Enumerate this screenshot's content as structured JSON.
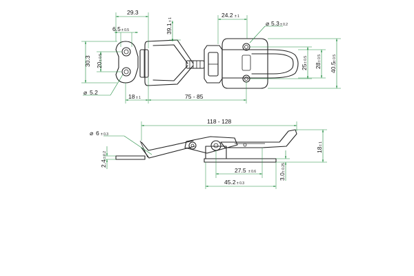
{
  "top_view": {
    "width_29_3": "29.3",
    "hole_6_5": "6.5",
    "hole_6_5_tol": "± 0.5",
    "height_39_1": "39.1",
    "height_39_1_tol": "± 1",
    "width_24_2": "24.2",
    "width_24_2_tol": "± 1",
    "hole_5_3": "5.3",
    "hole_5_3_tol": "± 0.2",
    "height_30_3": "30.3",
    "spacing_20": "20",
    "spacing_20_tol": "± 0.5",
    "spacing_25": "25",
    "spacing_25_tol": "± 0.5",
    "height_28": "28",
    "height_28_tol": "± 0.5",
    "height_40_5": "40.5",
    "height_40_5_tol": "± 0.5",
    "dia_5_2": "5.2",
    "dia_symbol": "⌀",
    "width_18": "18",
    "width_18_tol": "± 1",
    "range_75_85": "75 - 85"
  },
  "side_view": {
    "range_118_128": "118 - 128",
    "dia_6": "6",
    "dia_6_tol": "± 0.3",
    "thick_2_4": "2.4",
    "thick_2_4_tol": "± 0.2",
    "height_18": "18",
    "height_18_tol": "± 1",
    "width_27_5": "27.5",
    "width_27_5_tol": "± 0.6",
    "thick_3": "3.0",
    "thick_3_tol": "± 0.25",
    "width_45_2": "45.2",
    "width_45_2_tol": "± 0.3"
  }
}
